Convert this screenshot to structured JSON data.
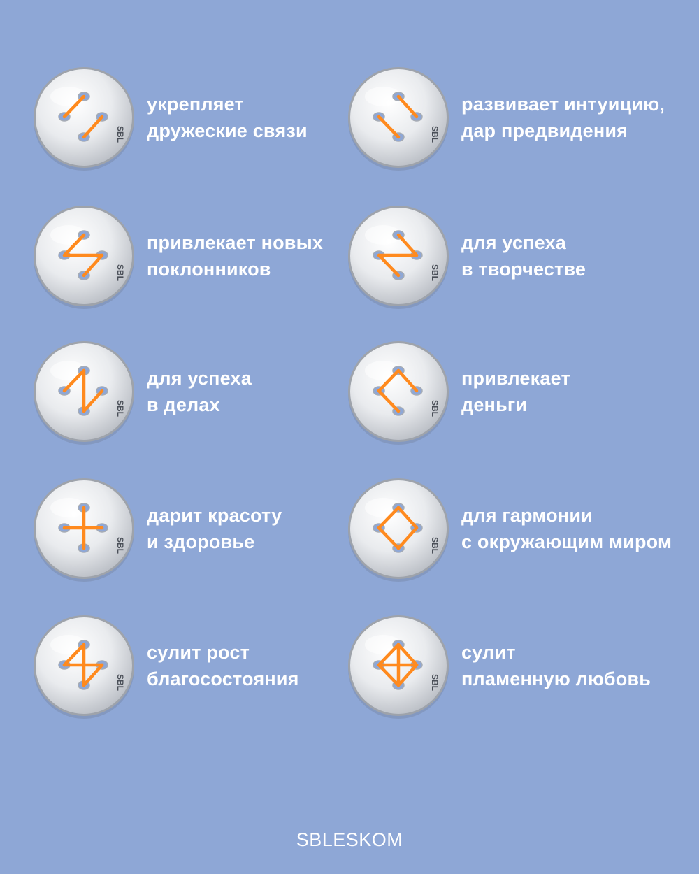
{
  "accent_color": "#ff8a1e",
  "background_color": "#8ea7d6",
  "button_engraving": "SBL",
  "items": [
    {
      "lines": [
        "укрепляет",
        "дружеские связи"
      ],
      "stitch": "two-parallel"
    },
    {
      "lines": [
        "развивает интуицию,",
        "дар предвидения"
      ],
      "stitch": "two-diagonal"
    },
    {
      "lines": [
        "привлекает новых",
        "поклонников"
      ],
      "stitch": "h-shape"
    },
    {
      "lines": [
        "для успеха",
        "в творчестве"
      ],
      "stitch": "z-shape"
    },
    {
      "lines": [
        "для успеха",
        "в делах"
      ],
      "stitch": "n-shape"
    },
    {
      "lines": [
        "привлекает",
        "деньги"
      ],
      "stitch": "s-shape"
    },
    {
      "lines": [
        "дарит красоту",
        "и здоровье"
      ],
      "stitch": "cross"
    },
    {
      "lines": [
        "для гармонии",
        "с окружающим миром"
      ],
      "stitch": "square"
    },
    {
      "lines": [
        "сулит рост",
        "благосостояния"
      ],
      "stitch": "hourglass"
    },
    {
      "lines": [
        "сулит",
        "пламенную любовь"
      ],
      "stitch": "square-cross"
    }
  ],
  "brand": "SBLESKOM"
}
